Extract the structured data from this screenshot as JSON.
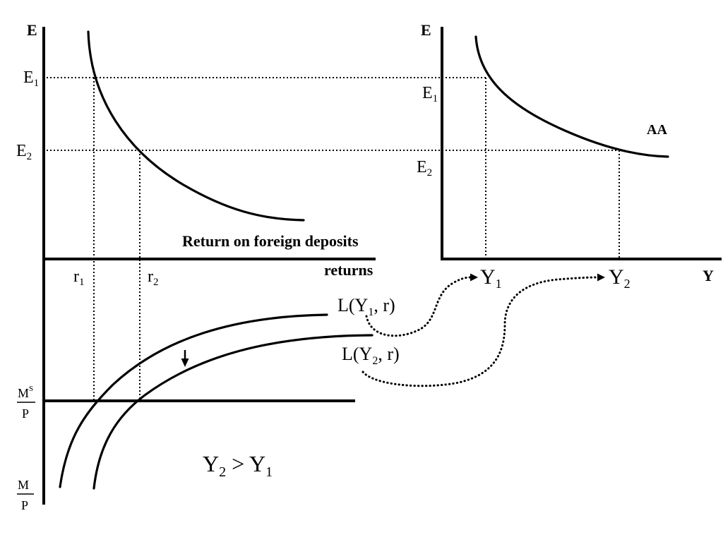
{
  "top_left_panel": {
    "y_axis_label": "E",
    "x_axis_label": "returns",
    "curve_label": "Return on foreign deposits",
    "e1": {
      "base": "E",
      "sub": "1"
    },
    "e2": {
      "base": "E",
      "sub": "2"
    },
    "r1": {
      "base": "r",
      "sub": "1"
    },
    "r2": {
      "base": "r",
      "sub": "2"
    }
  },
  "top_right_panel": {
    "y_axis_label": "E",
    "x_axis_label": "Y",
    "curve_label": "AA",
    "e1": {
      "base": "E",
      "sub": "1"
    },
    "e2": {
      "base": "E",
      "sub": "2"
    },
    "y1": {
      "base": "Y",
      "sub": "1"
    },
    "y2": {
      "base": "Y",
      "sub": "2"
    }
  },
  "bottom_panel": {
    "money_supply_label": {
      "num": "M",
      "sup": "S",
      "den": "P"
    },
    "axis_label": {
      "num": "M",
      "den": "P"
    },
    "curve1_label": {
      "pre": "L(Y",
      "sub": "1",
      "post": ", r)"
    },
    "curve2_label": {
      "pre": "L(Y",
      "sub": "2",
      "post": ", r)"
    },
    "comparison": {
      "left": {
        "base": "Y",
        "sub": "2"
      },
      "op": " > ",
      "right": {
        "base": "Y",
        "sub": "1"
      }
    }
  },
  "colors": {
    "line": "#000000",
    "background": "#ffffff"
  }
}
